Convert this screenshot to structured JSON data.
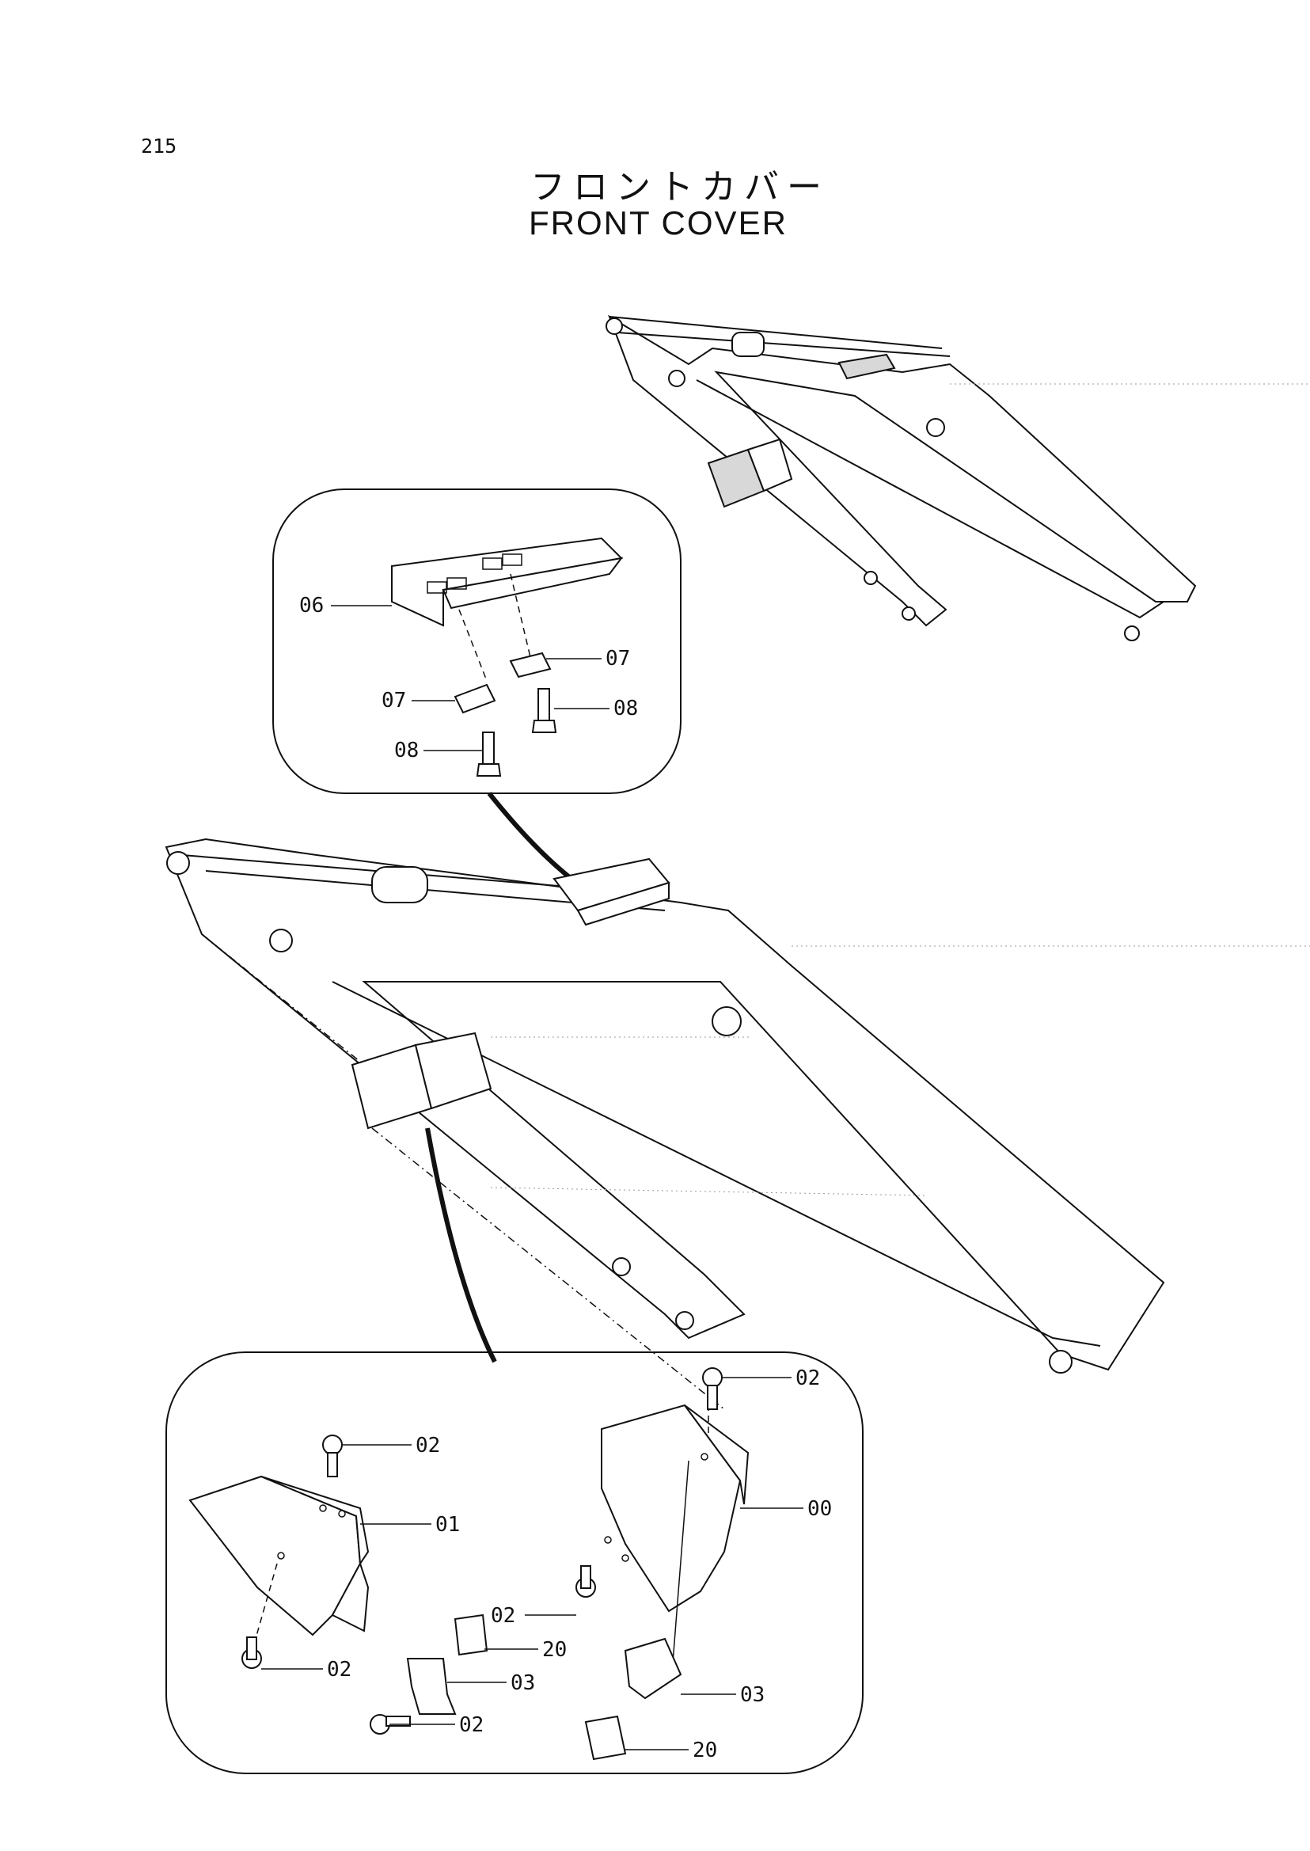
{
  "page_number": "215",
  "title_jp": "フロントカバー",
  "title_en": "FRONT COVER",
  "callouts_upper_detail": [
    {
      "label": "06"
    },
    {
      "label": "07"
    },
    {
      "label": "07"
    },
    {
      "label": "08"
    },
    {
      "label": "08"
    }
  ],
  "callouts_lower_detail": [
    {
      "label": "02"
    },
    {
      "label": "02"
    },
    {
      "label": "01"
    },
    {
      "label": "00"
    },
    {
      "label": "02"
    },
    {
      "label": "20"
    },
    {
      "label": "02"
    },
    {
      "label": "03"
    },
    {
      "label": "03"
    },
    {
      "label": "02"
    },
    {
      "label": "20"
    }
  ]
}
